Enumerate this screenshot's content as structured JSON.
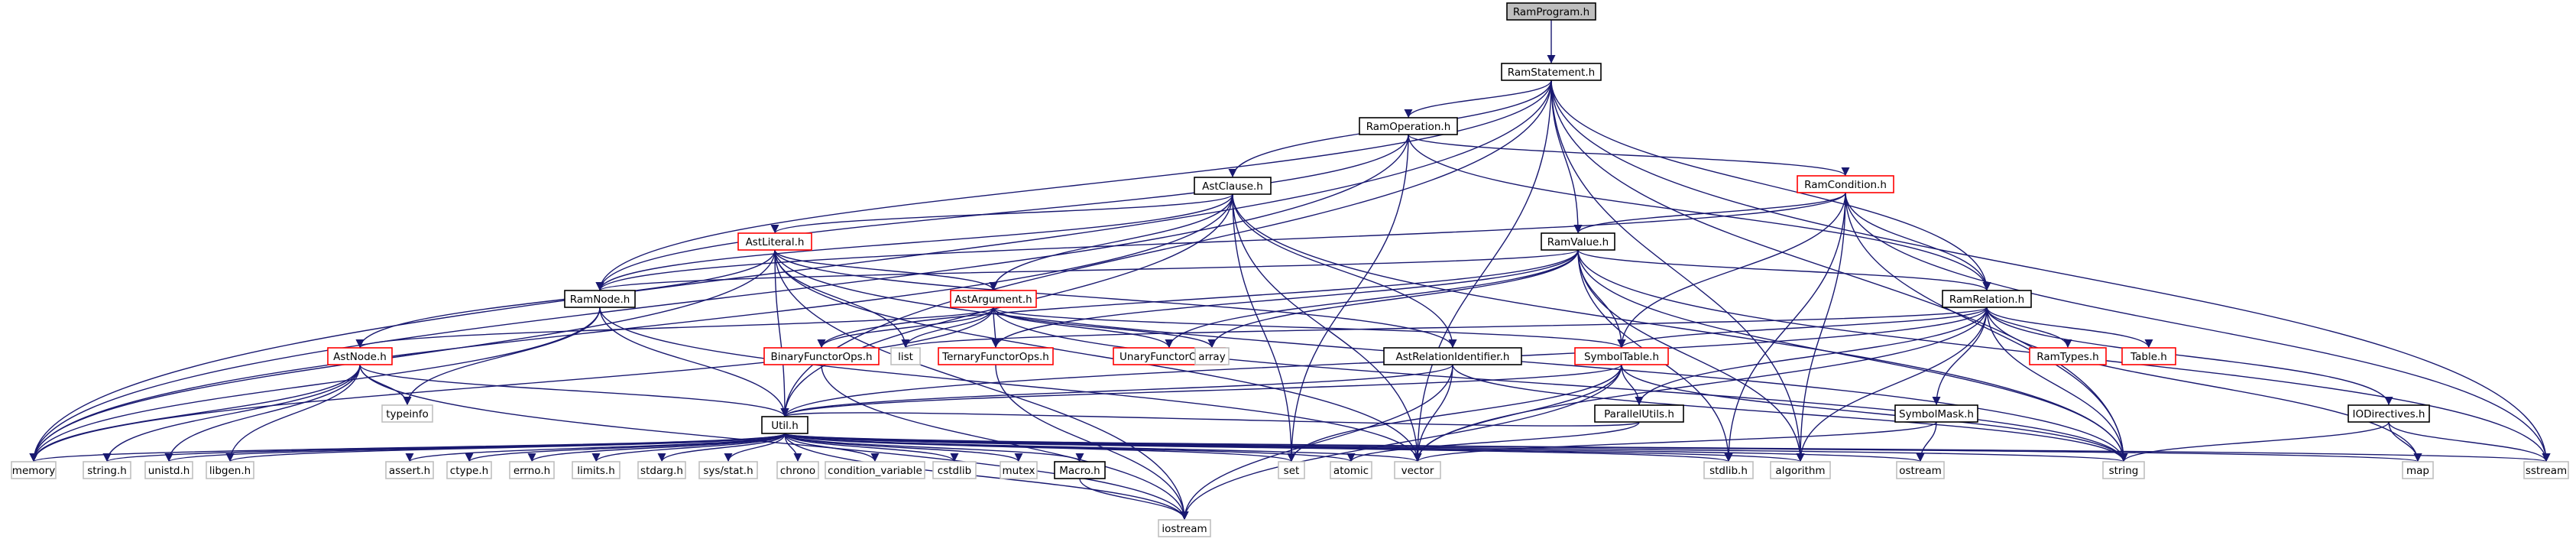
{
  "title": "RamProgram.h",
  "colors": {
    "edge": "#191970",
    "node_border": "#000000",
    "partial_node_border": "#ff0000",
    "system_node_border": "#bfbfbf",
    "root_fill": "#bfbfbf",
    "node_fill": "#ffffff"
  },
  "nodes": [
    {
      "id": "RamProgram_h",
      "label": "RamProgram.h",
      "kind": "root"
    },
    {
      "id": "RamStatement_h",
      "label": "RamStatement.h",
      "kind": "normal"
    },
    {
      "id": "RamOperation_h",
      "label": "RamOperation.h",
      "kind": "normal"
    },
    {
      "id": "RamCondition_h",
      "label": "RamCondition.h",
      "kind": "partial"
    },
    {
      "id": "AstClause_h",
      "label": "AstClause.h",
      "kind": "normal"
    },
    {
      "id": "AstLiteral_h",
      "label": "AstLiteral.h",
      "kind": "partial"
    },
    {
      "id": "RamValue_h",
      "label": "RamValue.h",
      "kind": "normal"
    },
    {
      "id": "RamNode_h",
      "label": "RamNode.h",
      "kind": "normal"
    },
    {
      "id": "AstArgument_h",
      "label": "AstArgument.h",
      "kind": "partial"
    },
    {
      "id": "RamRelation_h",
      "label": "RamRelation.h",
      "kind": "normal"
    },
    {
      "id": "AstNode_h",
      "label": "AstNode.h",
      "kind": "partial"
    },
    {
      "id": "BinaryFunctorOps_h",
      "label": "BinaryFunctorOps.h",
      "kind": "partial"
    },
    {
      "id": "TernaryFunctorOps_h",
      "label": "TernaryFunctorOps.h",
      "kind": "partial"
    },
    {
      "id": "UnaryFunctorOps_h",
      "label": "UnaryFunctorOps.h",
      "kind": "partial"
    },
    {
      "id": "AstRelationIdentifier_h",
      "label": "AstRelationIdentifier.h",
      "kind": "normal"
    },
    {
      "id": "SymbolTable_h",
      "label": "SymbolTable.h",
      "kind": "partial"
    },
    {
      "id": "RamTypes_h",
      "label": "RamTypes.h",
      "kind": "partial"
    },
    {
      "id": "Table_h",
      "label": "Table.h",
      "kind": "partial"
    },
    {
      "id": "list",
      "label": "list",
      "kind": "system"
    },
    {
      "id": "array",
      "label": "array",
      "kind": "system"
    },
    {
      "id": "typeinfo",
      "label": "typeinfo",
      "kind": "system"
    },
    {
      "id": "ParallelUtils_h",
      "label": "ParallelUtils.h",
      "kind": "normal"
    },
    {
      "id": "SymbolMask_h",
      "label": "SymbolMask.h",
      "kind": "normal"
    },
    {
      "id": "IODirectives_h",
      "label": "IODirectives.h",
      "kind": "normal"
    },
    {
      "id": "Util_h",
      "label": "Util.h",
      "kind": "normal"
    },
    {
      "id": "memory",
      "label": "memory",
      "kind": "system"
    },
    {
      "id": "string_h",
      "label": "string.h",
      "kind": "system"
    },
    {
      "id": "unistd_h",
      "label": "unistd.h",
      "kind": "system"
    },
    {
      "id": "libgen_h",
      "label": "libgen.h",
      "kind": "system"
    },
    {
      "id": "assert_h",
      "label": "assert.h",
      "kind": "system"
    },
    {
      "id": "ctype_h",
      "label": "ctype.h",
      "kind": "system"
    },
    {
      "id": "errno_h",
      "label": "errno.h",
      "kind": "system"
    },
    {
      "id": "limits_h",
      "label": "limits.h",
      "kind": "system"
    },
    {
      "id": "stdarg_h",
      "label": "stdarg.h",
      "kind": "system"
    },
    {
      "id": "sys_stat_h",
      "label": "sys/stat.h",
      "kind": "system"
    },
    {
      "id": "chrono",
      "label": "chrono",
      "kind": "system"
    },
    {
      "id": "condition_variable",
      "label": "condition_variable",
      "kind": "system"
    },
    {
      "id": "cstdlib",
      "label": "cstdlib",
      "kind": "system"
    },
    {
      "id": "mutex",
      "label": "mutex",
      "kind": "system"
    },
    {
      "id": "Macro_h",
      "label": "Macro.h",
      "kind": "normal"
    },
    {
      "id": "set",
      "label": "set",
      "kind": "system"
    },
    {
      "id": "atomic",
      "label": "atomic",
      "kind": "system"
    },
    {
      "id": "vector",
      "label": "vector",
      "kind": "system"
    },
    {
      "id": "stdlib_h",
      "label": "stdlib.h",
      "kind": "system"
    },
    {
      "id": "algorithm",
      "label": "algorithm",
      "kind": "system"
    },
    {
      "id": "ostream",
      "label": "ostream",
      "kind": "system"
    },
    {
      "id": "string",
      "label": "string",
      "kind": "system"
    },
    {
      "id": "map",
      "label": "map",
      "kind": "system"
    },
    {
      "id": "sstream",
      "label": "sstream",
      "kind": "system"
    },
    {
      "id": "iostream",
      "label": "iostream",
      "kind": "system"
    }
  ],
  "edges": [
    [
      "RamProgram_h",
      "RamStatement_h"
    ],
    [
      "RamStatement_h",
      "RamOperation_h"
    ],
    [
      "RamStatement_h",
      "AstClause_h"
    ],
    [
      "RamStatement_h",
      "RamValue_h"
    ],
    [
      "RamStatement_h",
      "RamRelation_h"
    ],
    [
      "RamStatement_h",
      "RamNode_h"
    ],
    [
      "RamStatement_h",
      "Util_h"
    ],
    [
      "RamStatement_h",
      "memory"
    ],
    [
      "RamStatement_h",
      "vector"
    ],
    [
      "RamStatement_h",
      "algorithm"
    ],
    [
      "RamStatement_h",
      "string"
    ],
    [
      "RamStatement_h",
      "sstream"
    ],
    [
      "RamOperation_h",
      "RamCondition_h"
    ],
    [
      "RamOperation_h",
      "RamRelation_h"
    ],
    [
      "RamOperation_h",
      "RamNode_h"
    ],
    [
      "RamOperation_h",
      "set"
    ],
    [
      "RamOperation_h",
      "memory"
    ],
    [
      "RamCondition_h",
      "RamValue_h"
    ],
    [
      "RamCondition_h",
      "RamRelation_h"
    ],
    [
      "RamCondition_h",
      "SymbolTable_h"
    ],
    [
      "RamCondition_h",
      "RamNode_h"
    ],
    [
      "RamCondition_h",
      "string"
    ],
    [
      "RamCondition_h",
      "algorithm"
    ],
    [
      "RamCondition_h",
      "stdlib_h"
    ],
    [
      "RamCondition_h",
      "sstream"
    ],
    [
      "AstClause_h",
      "AstLiteral_h"
    ],
    [
      "AstClause_h",
      "AstArgument_h"
    ],
    [
      "AstClause_h",
      "AstRelationIdentifier_h"
    ],
    [
      "AstClause_h",
      "Util_h"
    ],
    [
      "AstClause_h",
      "set"
    ],
    [
      "AstClause_h",
      "vector"
    ],
    [
      "AstClause_h",
      "string"
    ],
    [
      "AstClause_h",
      "memory"
    ],
    [
      "AstClause_h",
      "RamNode_h"
    ],
    [
      "AstLiteral_h",
      "AstArgument_h"
    ],
    [
      "AstLiteral_h",
      "AstNode_h"
    ],
    [
      "AstLiteral_h",
      "AstRelationIdentifier_h"
    ],
    [
      "AstLiteral_h",
      "list"
    ],
    [
      "AstLiteral_h",
      "Util_h"
    ],
    [
      "AstLiteral_h",
      "iostream"
    ],
    [
      "AstLiteral_h",
      "string"
    ],
    [
      "AstLiteral_h",
      "memory"
    ],
    [
      "AstLiteral_h",
      "vector"
    ],
    [
      "RamValue_h",
      "RamRelation_h"
    ],
    [
      "RamValue_h",
      "SymbolTable_h"
    ],
    [
      "RamValue_h",
      "RamNode_h"
    ],
    [
      "RamValue_h",
      "BinaryFunctorOps_h"
    ],
    [
      "RamValue_h",
      "TernaryFunctorOps_h"
    ],
    [
      "RamValue_h",
      "UnaryFunctorOps_h"
    ],
    [
      "RamValue_h",
      "array"
    ],
    [
      "RamValue_h",
      "algorithm"
    ],
    [
      "RamValue_h",
      "stdlib_h"
    ],
    [
      "RamValue_h",
      "string"
    ],
    [
      "RamValue_h",
      "sstream"
    ],
    [
      "RamNode_h",
      "typeinfo"
    ],
    [
      "RamNode_h",
      "Util_h"
    ],
    [
      "RamNode_h",
      "memory"
    ],
    [
      "RamNode_h",
      "vector"
    ],
    [
      "AstArgument_h",
      "AstNode_h"
    ],
    [
      "AstArgument_h",
      "BinaryFunctorOps_h"
    ],
    [
      "AstArgument_h",
      "TernaryFunctorOps_h"
    ],
    [
      "AstArgument_h",
      "UnaryFunctorOps_h"
    ],
    [
      "AstArgument_h",
      "SymbolTable_h"
    ],
    [
      "AstArgument_h",
      "list"
    ],
    [
      "AstArgument_h",
      "array"
    ],
    [
      "AstArgument_h",
      "memory"
    ],
    [
      "AstArgument_h",
      "string"
    ],
    [
      "RamRelation_h",
      "RamTypes_h"
    ],
    [
      "RamRelation_h",
      "Table_h"
    ],
    [
      "RamRelation_h",
      "SymbolTable_h"
    ],
    [
      "RamRelation_h",
      "ParallelUtils_h"
    ],
    [
      "RamRelation_h",
      "SymbolMask_h"
    ],
    [
      "RamRelation_h",
      "IODirectives_h"
    ],
    [
      "RamRelation_h",
      "Util_h"
    ],
    [
      "RamRelation_h",
      "list"
    ],
    [
      "RamRelation_h",
      "string"
    ],
    [
      "RamRelation_h",
      "map"
    ],
    [
      "RamRelation_h",
      "vector"
    ],
    [
      "RamRelation_h",
      "algorithm"
    ],
    [
      "AstNode_h",
      "typeinfo"
    ],
    [
      "AstNode_h",
      "Util_h"
    ],
    [
      "AstNode_h",
      "memory"
    ],
    [
      "AstNode_h",
      "string_h"
    ],
    [
      "AstNode_h",
      "unistd_h"
    ],
    [
      "AstNode_h",
      "libgen_h"
    ],
    [
      "AstNode_h",
      "iostream"
    ],
    [
      "BinaryFunctorOps_h",
      "iostream"
    ],
    [
      "TernaryFunctorOps_h",
      "iostream"
    ],
    [
      "AstRelationIdentifier_h",
      "Util_h"
    ],
    [
      "AstRelationIdentifier_h",
      "vector"
    ],
    [
      "AstRelationIdentifier_h",
      "string"
    ],
    [
      "AstRelationIdentifier_h",
      "iostream"
    ],
    [
      "SymbolTable_h",
      "ParallelUtils_h"
    ],
    [
      "SymbolTable_h",
      "Util_h"
    ],
    [
      "SymbolTable_h",
      "set"
    ],
    [
      "SymbolTable_h",
      "vector"
    ],
    [
      "SymbolTable_h",
      "string"
    ],
    [
      "SymbolTable_h",
      "iostream"
    ],
    [
      "ParallelUtils_h",
      "atomic"
    ],
    [
      "ParallelUtils_h",
      "Util_h"
    ],
    [
      "SymbolMask_h",
      "ostream"
    ],
    [
      "SymbolMask_h",
      "vector"
    ],
    [
      "IODirectives_h",
      "map"
    ],
    [
      "IODirectives_h",
      "sstream"
    ],
    [
      "IODirectives_h",
      "string"
    ],
    [
      "Util_h",
      "memory"
    ],
    [
      "Util_h",
      "string_h"
    ],
    [
      "Util_h",
      "unistd_h"
    ],
    [
      "Util_h",
      "libgen_h"
    ],
    [
      "Util_h",
      "assert_h"
    ],
    [
      "Util_h",
      "ctype_h"
    ],
    [
      "Util_h",
      "errno_h"
    ],
    [
      "Util_h",
      "limits_h"
    ],
    [
      "Util_h",
      "stdarg_h"
    ],
    [
      "Util_h",
      "sys_stat_h"
    ],
    [
      "Util_h",
      "chrono"
    ],
    [
      "Util_h",
      "condition_variable"
    ],
    [
      "Util_h",
      "cstdlib"
    ],
    [
      "Util_h",
      "mutex"
    ],
    [
      "Util_h",
      "Macro_h"
    ],
    [
      "Util_h",
      "set"
    ],
    [
      "Util_h",
      "atomic"
    ],
    [
      "Util_h",
      "vector"
    ],
    [
      "Util_h",
      "stdlib_h"
    ],
    [
      "Util_h",
      "algorithm"
    ],
    [
      "Util_h",
      "ostream"
    ],
    [
      "Util_h",
      "string"
    ],
    [
      "Util_h",
      "map"
    ],
    [
      "Util_h",
      "sstream"
    ],
    [
      "Util_h",
      "iostream"
    ],
    [
      "Macro_h",
      "iostream"
    ]
  ]
}
